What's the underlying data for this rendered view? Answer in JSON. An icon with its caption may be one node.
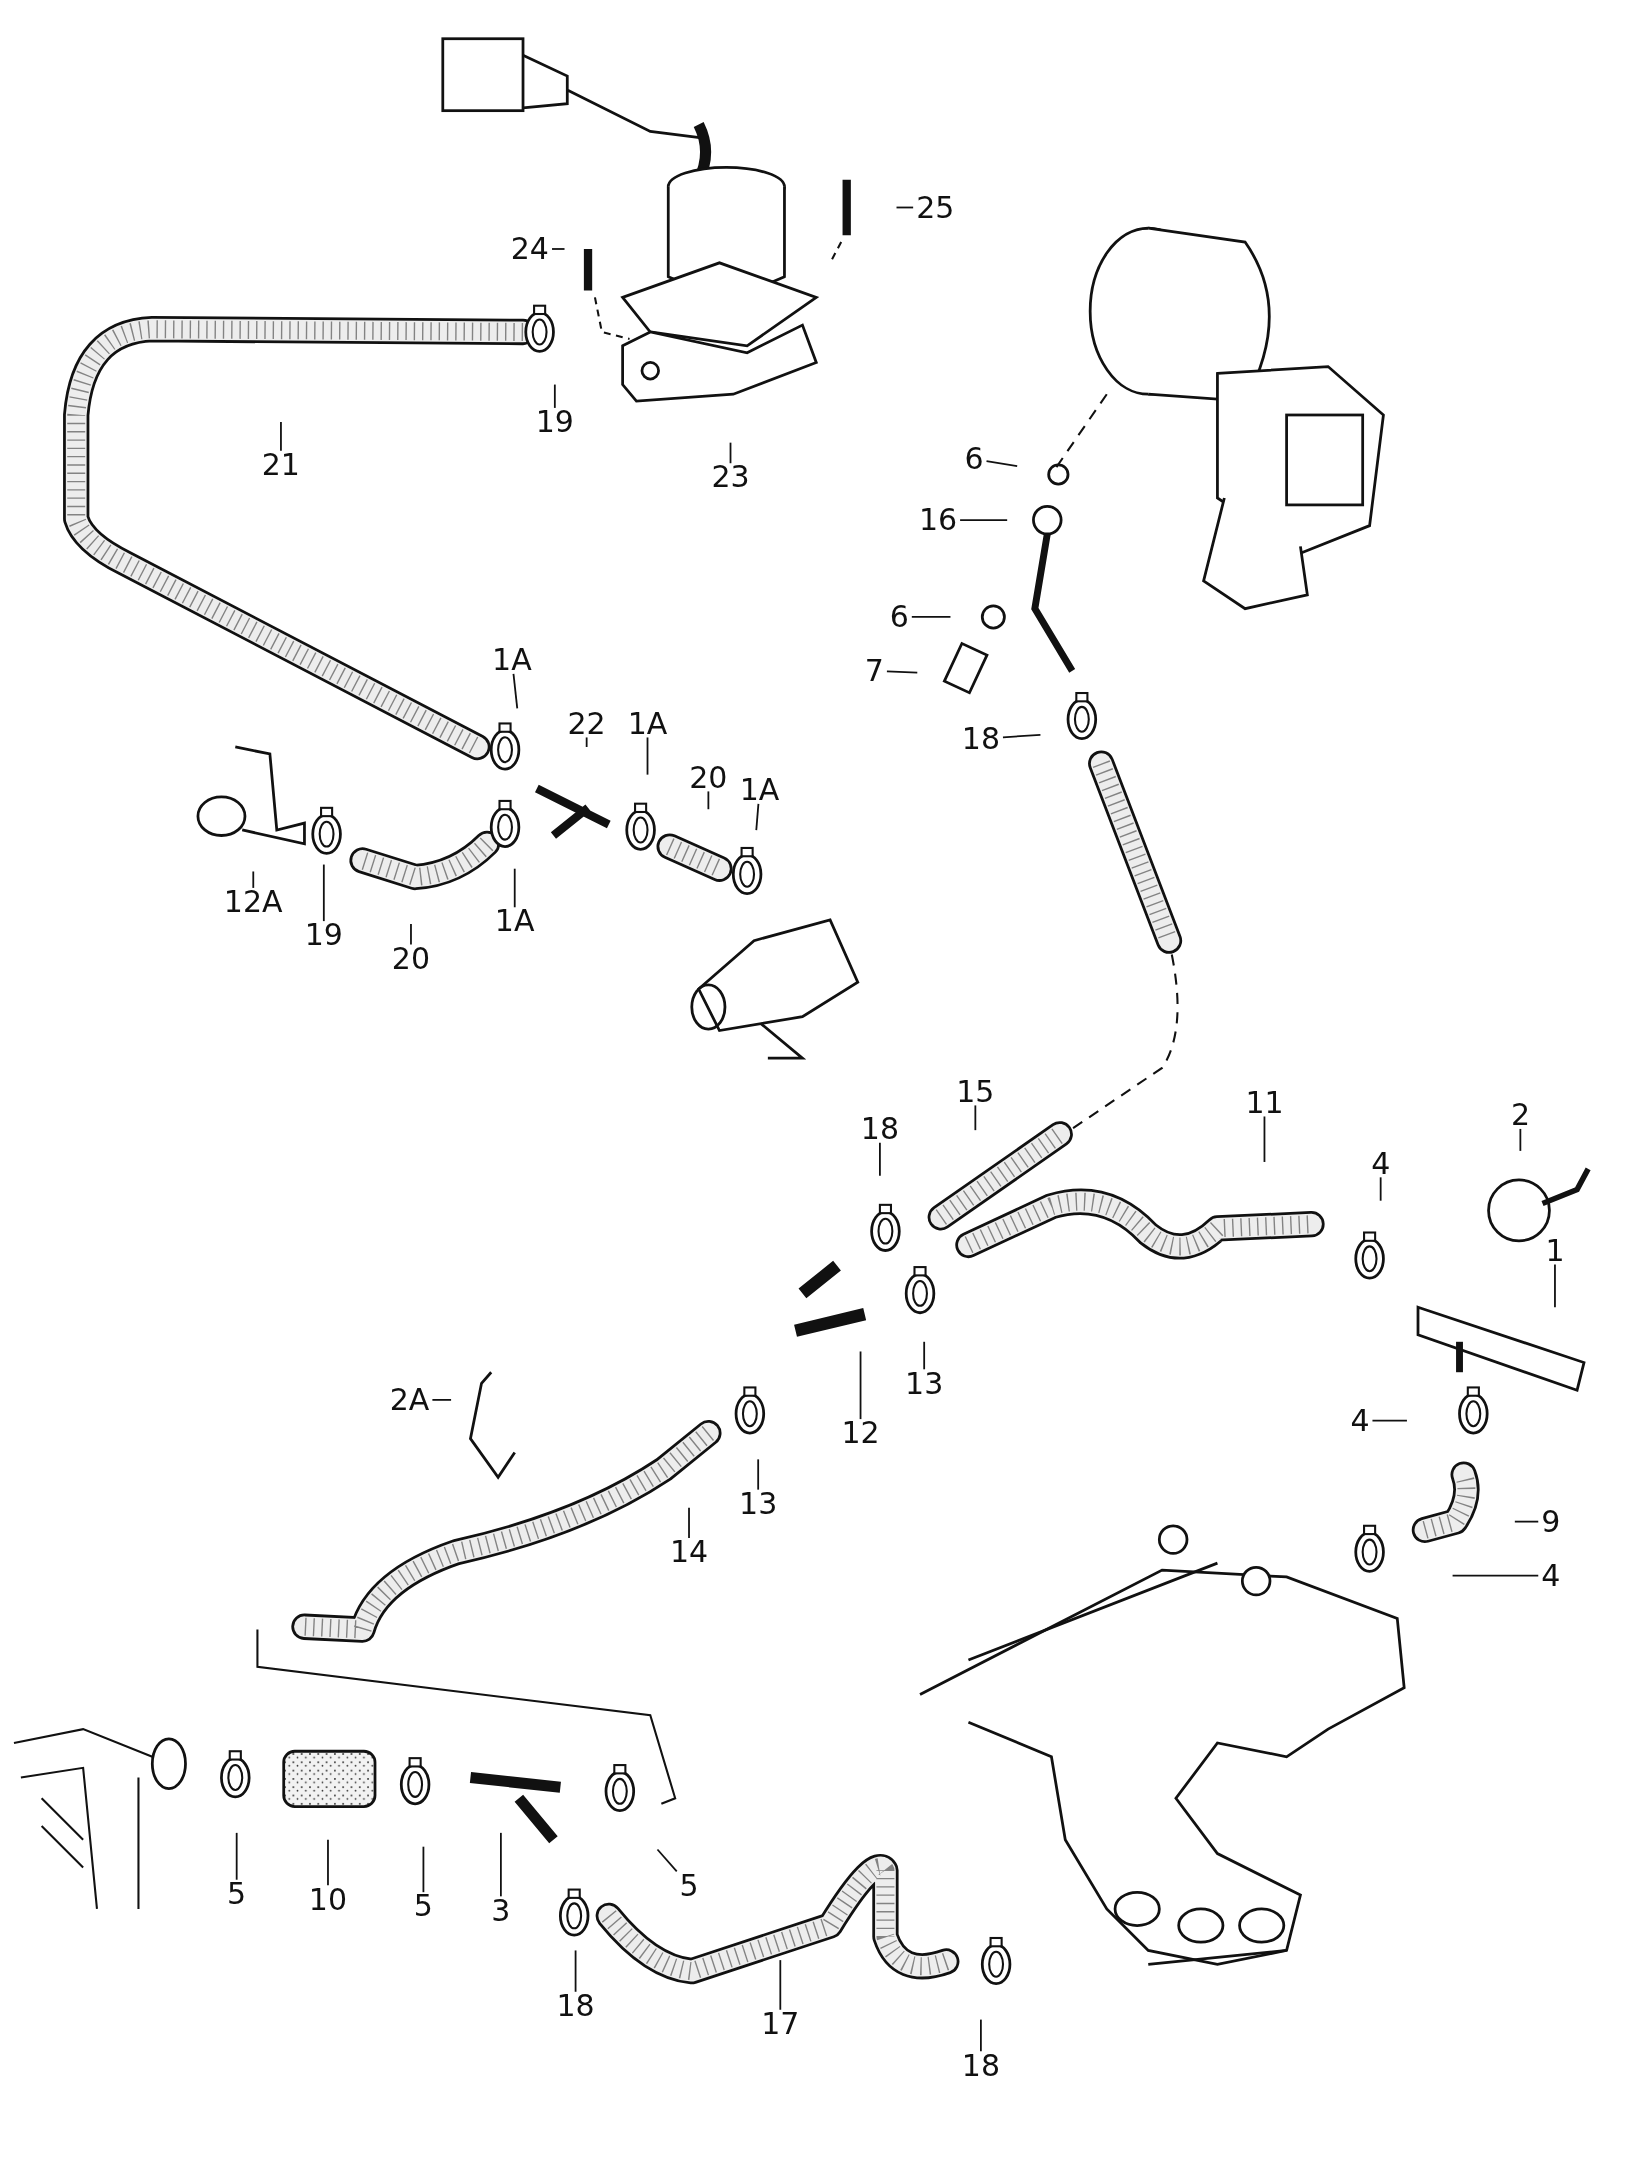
{
  "diagram": {
    "nodes": [
      {
        "text": [
          "25"
        ]
      },
      {
        "text": [
          "24"
        ]
      },
      {
        "text": [
          "19"
        ]
      },
      {
        "text": [
          "21"
        ]
      },
      {
        "text": [
          "23"
        ]
      },
      {
        "text": [
          "6"
        ]
      },
      {
        "text": [
          "16"
        ]
      },
      {
        "text": [
          "6"
        ]
      },
      {
        "text": [
          "7"
        ]
      },
      {
        "text": [
          "18"
        ]
      },
      {
        "text": [
          "1A"
        ]
      },
      {
        "text": [
          "22"
        ]
      },
      {
        "text": [
          "1A"
        ]
      },
      {
        "text": [
          "20"
        ]
      },
      {
        "text": [
          "1A"
        ]
      },
      {
        "text": [
          "12A"
        ]
      },
      {
        "text": [
          "19"
        ]
      },
      {
        "text": [
          "20"
        ]
      },
      {
        "text": [
          "1A"
        ]
      },
      {
        "text": [
          "18"
        ]
      },
      {
        "text": [
          "15"
        ]
      },
      {
        "text": [
          "11"
        ]
      },
      {
        "text": [
          "2"
        ]
      },
      {
        "text": [
          "4"
        ]
      },
      {
        "text": [
          "1"
        ]
      },
      {
        "text": [
          "2A"
        ]
      },
      {
        "text": [
          "12"
        ]
      },
      {
        "text": [
          "13"
        ]
      },
      {
        "text": [
          "13"
        ]
      },
      {
        "text": [
          "4"
        ]
      },
      {
        "text": [
          "14"
        ]
      },
      {
        "text": [
          "9"
        ]
      },
      {
        "text": [
          "4"
        ]
      },
      {
        "text": [
          "5"
        ]
      },
      {
        "text": [
          "10"
        ]
      },
      {
        "text": [
          "5"
        ]
      },
      {
        "text": [
          "3"
        ]
      },
      {
        "text": [
          "5"
        ]
      },
      {
        "text": [
          "18"
        ]
      },
      {
        "text": [
          "17"
        ]
      },
      {
        "text": [
          "18"
        ]
      }
    ],
    "edges": [
      {
        "from": 0,
        "to": null,
        "arrow": "none"
      },
      {
        "from": 1,
        "to": null,
        "arrow": "none"
      },
      {
        "from": 2,
        "to": null,
        "arrow": "none"
      },
      {
        "from": 3,
        "to": null,
        "arrow": "none"
      },
      {
        "from": 4,
        "to": null,
        "arrow": "none"
      },
      {
        "from": 5,
        "to": null,
        "arrow": "none"
      },
      {
        "from": 6,
        "to": null,
        "arrow": "none"
      },
      {
        "from": 7,
        "to": null,
        "arrow": "none"
      },
      {
        "from": 8,
        "to": null,
        "arrow": "none"
      },
      {
        "from": 9,
        "to": null,
        "arrow": "none"
      },
      {
        "from": 10,
        "to": null,
        "arrow": "none"
      },
      {
        "from": 11,
        "to": null,
        "arrow": "none"
      },
      {
        "from": 12,
        "to": null,
        "arrow": "none"
      },
      {
        "from": 13,
        "to": null,
        "arrow": "none"
      },
      {
        "from": 14,
        "to": null,
        "arrow": "none"
      },
      {
        "from": 15,
        "to": null,
        "arrow": "none"
      },
      {
        "from": 16,
        "to": null,
        "arrow": "none"
      },
      {
        "from": 17,
        "to": null,
        "arrow": "none"
      },
      {
        "from": 18,
        "to": null,
        "arrow": "none"
      },
      {
        "from": 19,
        "to": null,
        "arrow": "none"
      },
      {
        "from": 20,
        "to": null,
        "arrow": "none"
      },
      {
        "from": 21,
        "to": null,
        "arrow": "none"
      },
      {
        "from": 22,
        "to": null,
        "arrow": "none"
      },
      {
        "from": 23,
        "to": null,
        "arrow": "none"
      },
      {
        "from": 24,
        "to": null,
        "arrow": "none"
      },
      {
        "from": 25,
        "to": null,
        "arrow": "none"
      },
      {
        "from": 26,
        "to": null,
        "arrow": "none"
      },
      {
        "from": 27,
        "to": null,
        "arrow": "none"
      },
      {
        "from": 28,
        "to": null,
        "arrow": "none"
      },
      {
        "from": 29,
        "to": null,
        "arrow": "none"
      },
      {
        "from": 30,
        "to": null,
        "arrow": "none"
      },
      {
        "from": 31,
        "to": null,
        "arrow": "none"
      },
      {
        "from": 32,
        "to": null,
        "arrow": "none"
      },
      {
        "from": 33,
        "to": null,
        "arrow": "none"
      },
      {
        "from": 34,
        "to": null,
        "arrow": "none"
      },
      {
        "from": 35,
        "to": null,
        "arrow": "none"
      },
      {
        "from": 36,
        "to": null,
        "arrow": "none"
      },
      {
        "from": 37,
        "to": null,
        "arrow": "none"
      },
      {
        "from": 38,
        "to": null,
        "arrow": "none"
      },
      {
        "from": 39,
        "to": null,
        "arrow": "none"
      },
      {
        "from": 40,
        "to": null,
        "arrow": "none"
      }
    ]
  }
}
